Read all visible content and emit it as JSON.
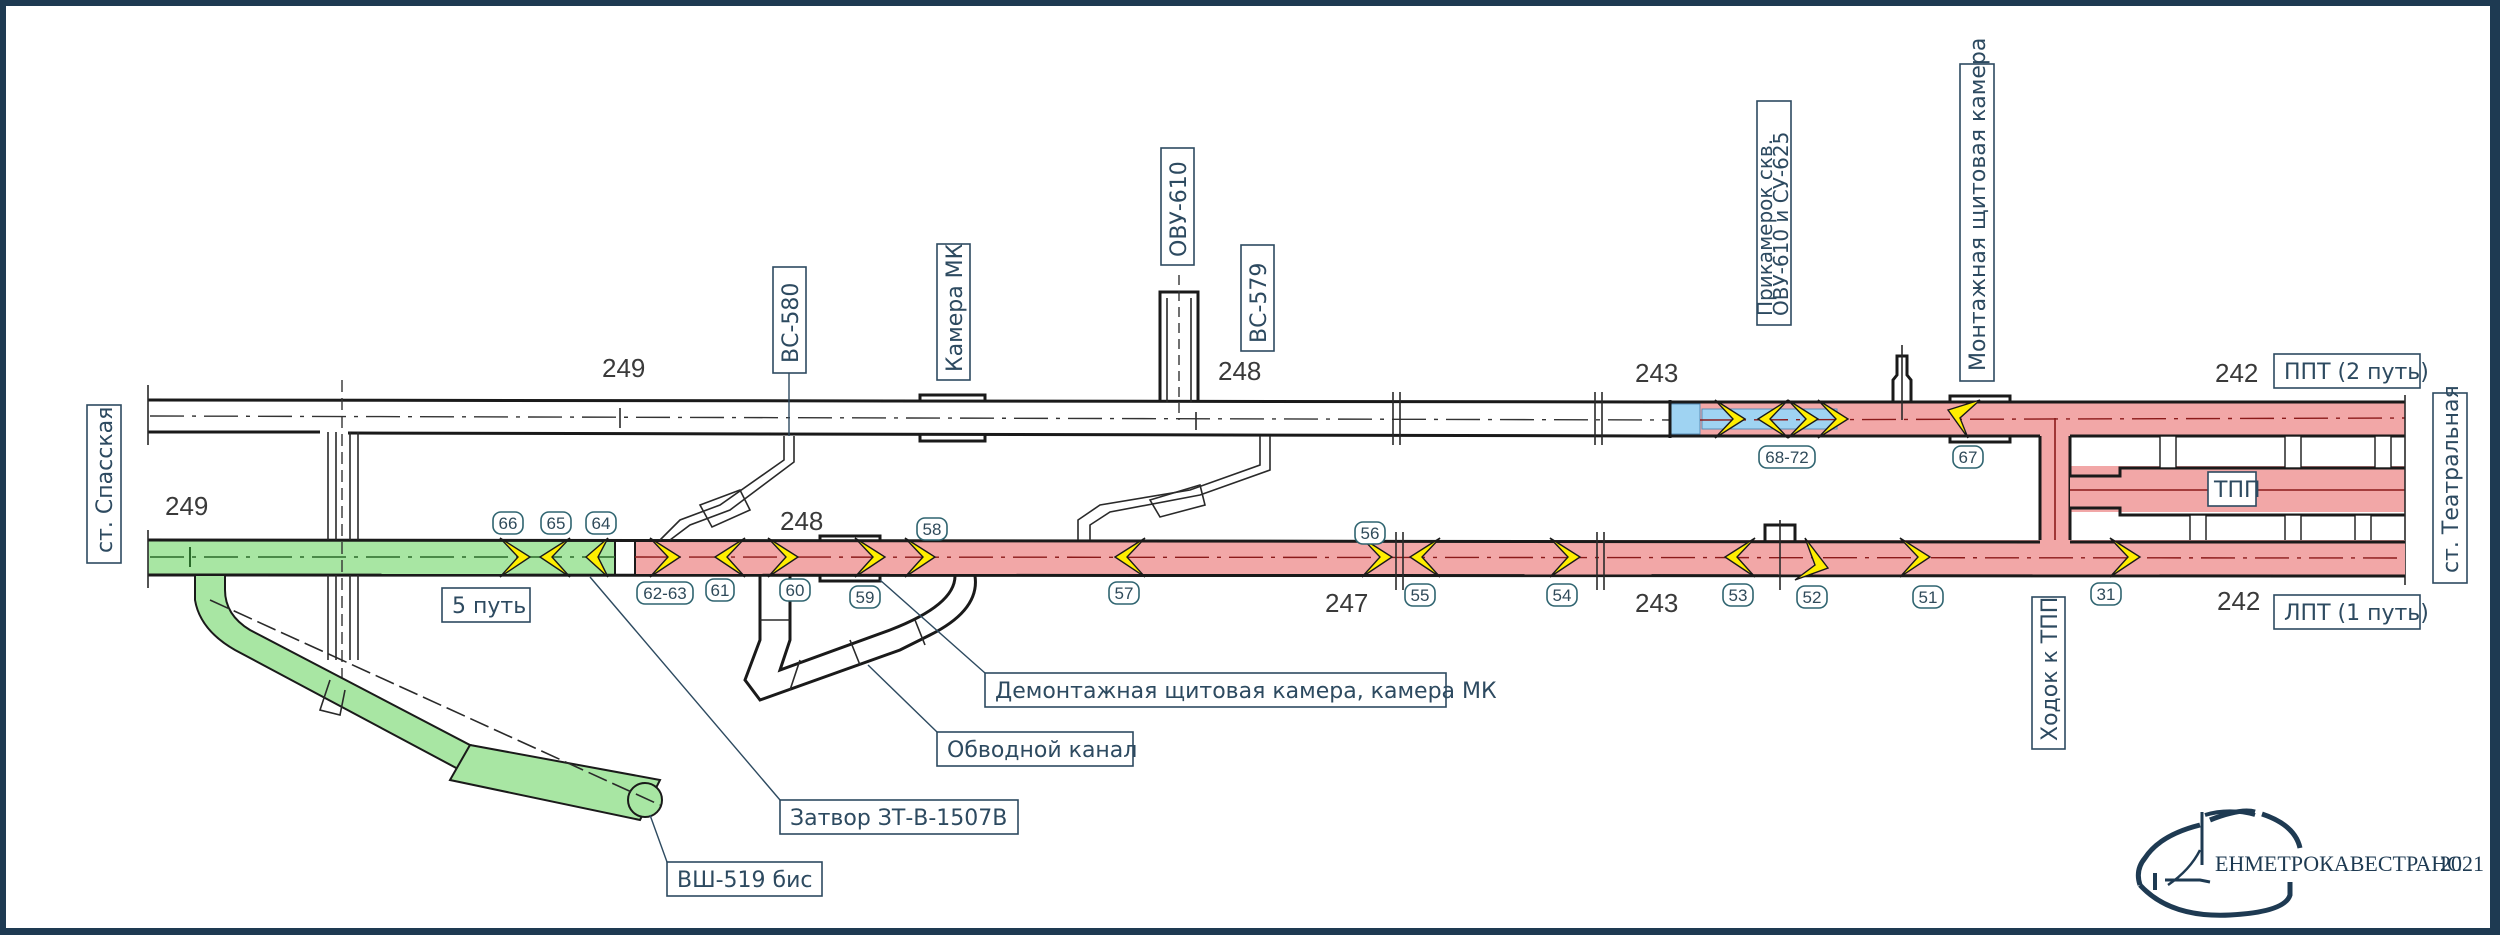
{
  "colors": {
    "frame": "#1e3a52",
    "flooded_green": "#a8e6a3",
    "affected_pink": "#f2a7a7",
    "blue_segment": "#9fd3f2",
    "barrier_yellow": "#ffee00",
    "label_ink": "#2d4a60"
  },
  "stations": {
    "left": "ст. Спасская",
    "right": "ст. Театральная"
  },
  "tracks": {
    "upper": "ППТ (2 путь)",
    "lower": "ЛПТ (1 путь)",
    "fifth": "5 путь",
    "tpp": "ТПП"
  },
  "pickets": {
    "upper": [
      "249",
      "248",
      "243",
      "242"
    ],
    "lower": [
      "249",
      "248",
      "247",
      "243",
      "242"
    ]
  },
  "vertical_labels": {
    "vs580": "ВС-580",
    "kamera_mk": "Камера МК",
    "ovu610": "ОВУ-610",
    "vs579": "ВС-579",
    "prikamerok_line1": "Прикамерок скв.",
    "prikamerok_line2": "ОВУ-610 и СУ-625",
    "montazhnaya": "Монтажная щитовая камера",
    "khodok": "Ходок к ТПП"
  },
  "callouts": {
    "demontazhnaya": "Демонтажная щитовая камера, камера МК",
    "obvodnoy": "Обводной канал",
    "zatvor": "Затвор ЗТ-В-1507В",
    "vsh519": "ВШ-519 бис"
  },
  "barrier_tags": {
    "b66": "66",
    "b65": "65",
    "b64": "64",
    "b6263": "62-63",
    "b61": "61",
    "b60": "60",
    "b59": "59",
    "b58": "58",
    "b57": "57",
    "b56": "56",
    "b55": "55",
    "b54": "54",
    "b53": "53",
    "b52": "52",
    "b51": "51",
    "b31": "31",
    "b6872": "68-72",
    "b67": "67"
  },
  "logo": {
    "text": "ЕНМЕТРОКАВЕСТРАНС",
    "year": "2021"
  }
}
